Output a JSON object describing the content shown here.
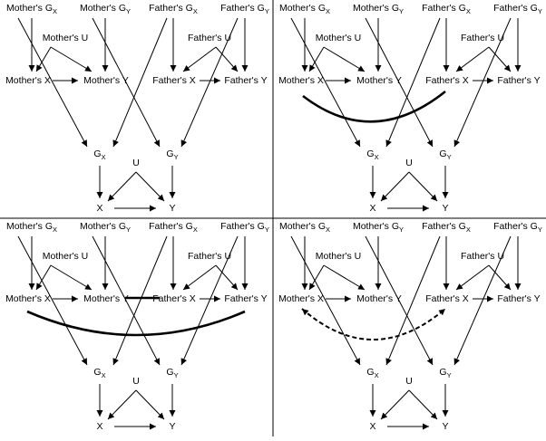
{
  "labels": {
    "mothers_gx_prefix": "Mother's G",
    "mothers_gy_prefix": "Mother's G",
    "fathers_gx_prefix": "Father's G",
    "fathers_gy_prefix": "Father's G",
    "mothers_u": "Mother's U",
    "fathers_u": "Father's U",
    "mothers_x": "Mother's X",
    "mothers_y": "Mother's Y",
    "fathers_x": "Father's X",
    "fathers_y": "Father's Y",
    "gx_prefix": "G",
    "gy_prefix": "G",
    "u": "U",
    "x": "X",
    "y": "Y",
    "sub_x": "X",
    "sub_y": "Y"
  }
}
